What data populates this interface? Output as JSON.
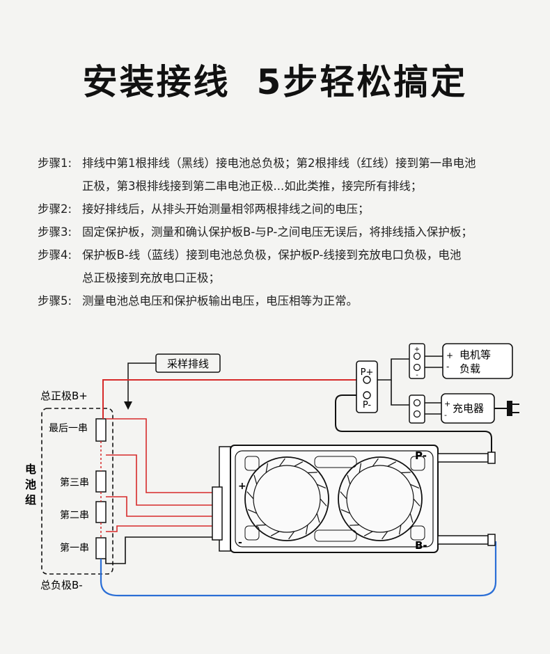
{
  "title": {
    "part1": "安装接线",
    "part2": "5步轻松搞定"
  },
  "steps": [
    {
      "label": "步骤1:",
      "lines": [
        "排线中第1根排线（黑线）接电池总负极；第2根排线（红线）接到第一串电池",
        "正极，第3根排线接到第二串电池正极...如此类推，接完所有排线；"
      ]
    },
    {
      "label": "步骤2:",
      "lines": [
        "接好排线后，从排头开始测量相邻两根排线之间的电压；"
      ]
    },
    {
      "label": "步骤3:",
      "lines": [
        "固定保护板，测量和确认保护板B-与P-之间电压无误后，将排线插入保护板；"
      ]
    },
    {
      "label": "步骤4:",
      "lines": [
        "保护板B-线（蓝线）接到电池总负极，保护板P-线接到充放电口负极，电池",
        "总正极接到充放电口正极；"
      ]
    },
    {
      "label": "步骤5:",
      "lines": [
        "测量电池总电压和保护板输出电压，电压相等为正常。"
      ]
    }
  ],
  "diagram": {
    "sampling_cable": "采样排线",
    "total_positive": "总正极B+",
    "total_negative": "总负极B-",
    "battery_pack": [
      "电",
      "池",
      "组"
    ],
    "cells": [
      "最后一串",
      "第三串",
      "第二串",
      "第一串"
    ],
    "p_plus": "P+",
    "p_minus": "P-",
    "load": [
      "电机等",
      "负载"
    ],
    "charger": "充电器",
    "board_p_minus": "P-",
    "board_b_minus": "B-",
    "plus_sign": "+",
    "minus_sign": "-",
    "colors": {
      "red": "#d62a2a",
      "blue": "#2a6ed6",
      "black": "#111111"
    }
  }
}
